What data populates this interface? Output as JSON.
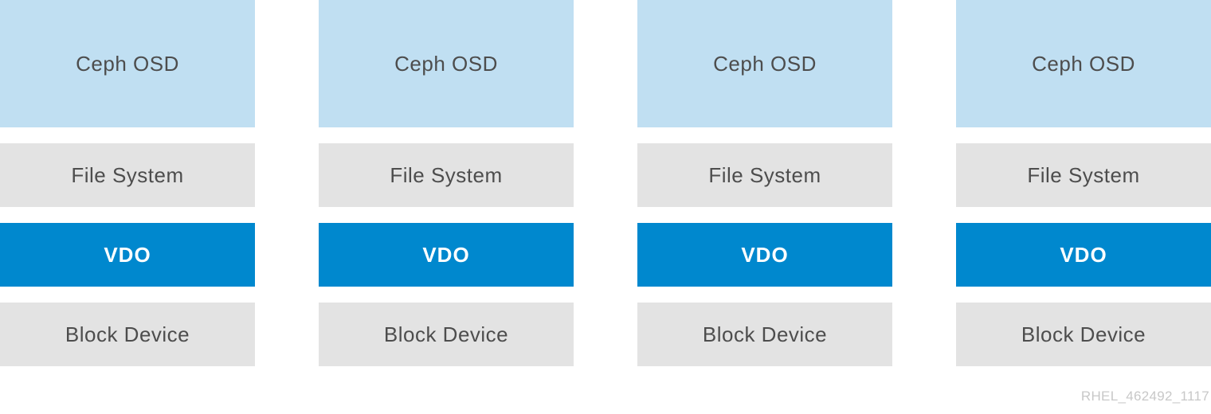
{
  "colors": {
    "ceph_osd_bg": "#c0dff2",
    "file_system_bg": "#e3e3e3",
    "vdo_bg": "#0088ce",
    "block_device_bg": "#e3e3e3",
    "dark_text": "#4d4d4d",
    "vdo_text": "#ffffff",
    "watermark_text": "#c8c8c8"
  },
  "stacks": [
    {
      "ceph_osd": "Ceph OSD",
      "file_system": "File System",
      "vdo": "VDO",
      "block_device": "Block Device"
    },
    {
      "ceph_osd": "Ceph OSD",
      "file_system": "File System",
      "vdo": "VDO",
      "block_device": "Block Device"
    },
    {
      "ceph_osd": "Ceph OSD",
      "file_system": "File System",
      "vdo": "VDO",
      "block_device": "Block Device"
    },
    {
      "ceph_osd": "Ceph OSD",
      "file_system": "File System",
      "vdo": "VDO",
      "block_device": "Block Device"
    }
  ],
  "watermark": "RHEL_462492_1117"
}
